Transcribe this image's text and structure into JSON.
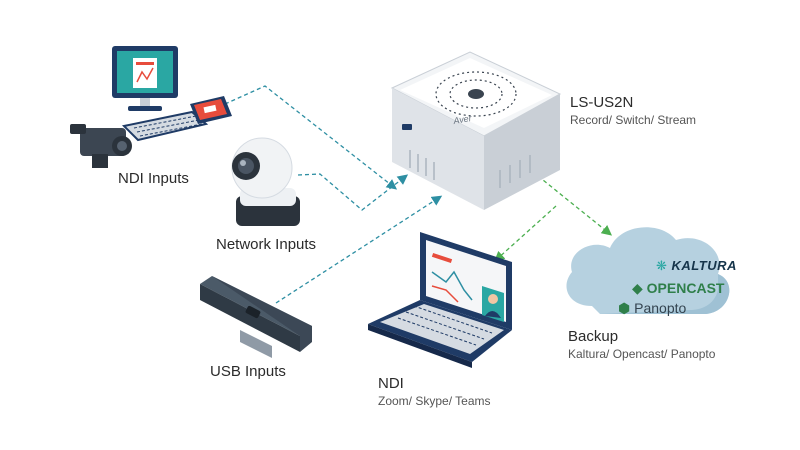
{
  "labels": {
    "ndi_inputs": "NDI Inputs",
    "network_inputs": "Network Inputs",
    "usb_inputs": "USB Inputs",
    "device_title": "LS-US2N",
    "device_subtitle": "Record/ Switch/ Stream",
    "ndi_title": "NDI",
    "ndi_subtitle": "Zoom/ Skype/ Teams",
    "backup_title": "Backup",
    "backup_subtitle": "Kaltura/ Opencast/ Panopto",
    "device_brand": "Aver"
  },
  "logos": {
    "kaltura": "KALTURA",
    "opencast": "OPENCAST",
    "panopto": "Panopto"
  },
  "colors": {
    "input_line": "#2e8fa3",
    "output_line": "#4caf50",
    "device_body": "#e9ecef",
    "device_top": "#f8f9fa",
    "cloud": "#b6d1e0",
    "laptop": "#1f3b66",
    "screen": "#2aa7a3"
  }
}
